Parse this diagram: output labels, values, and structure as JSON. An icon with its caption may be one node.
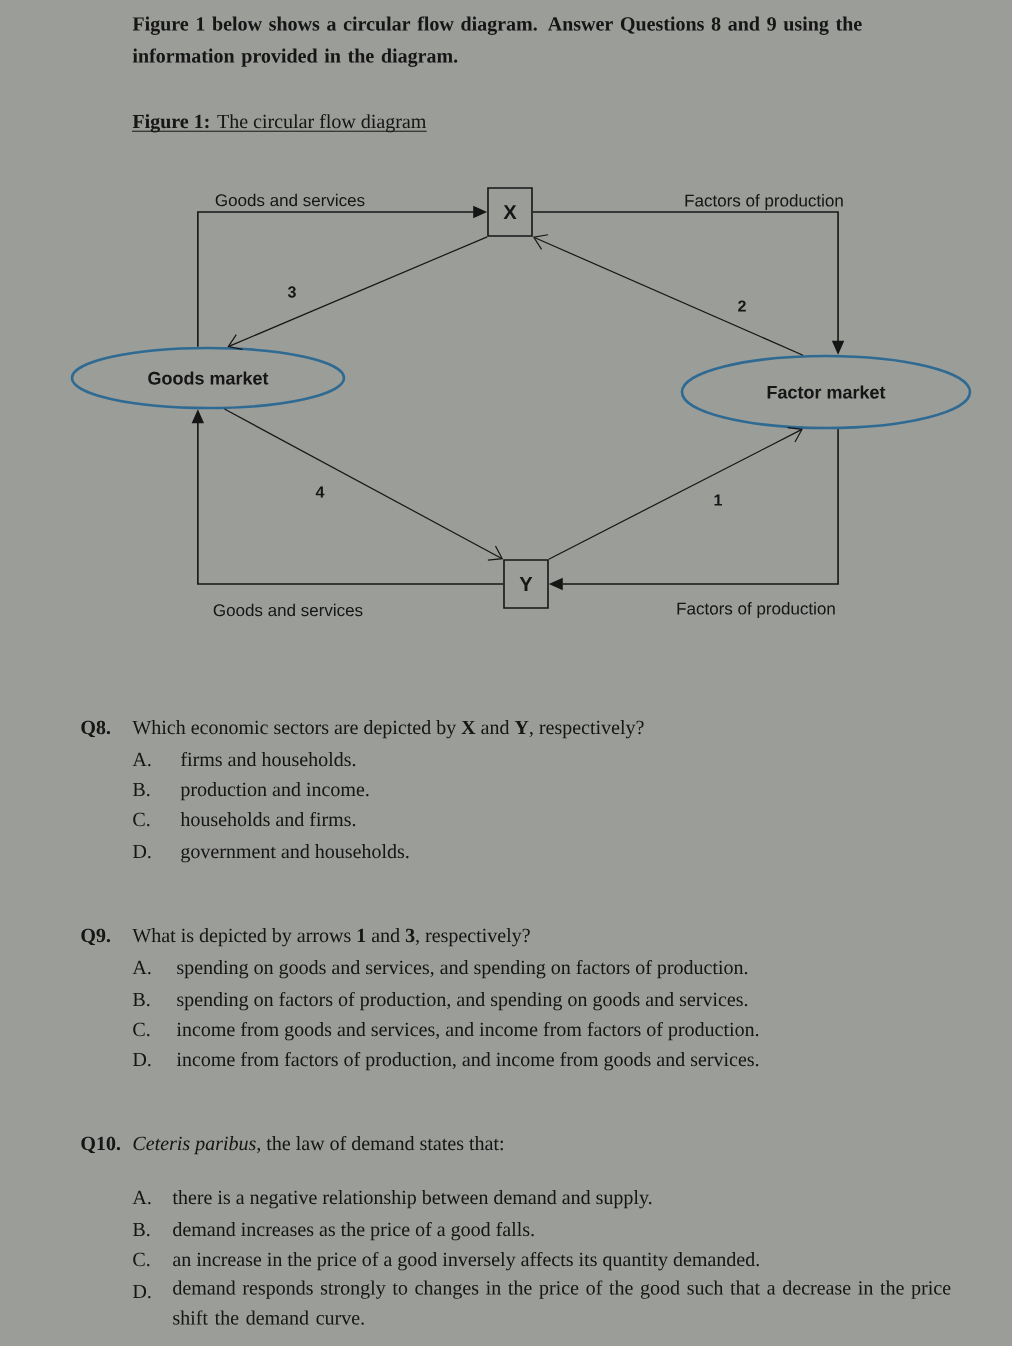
{
  "diagram": {
    "title": "**Figure 1:** The circular flow diagram",
    "nodes": [
      {
        "text": [
          "X"
        ]
      },
      {
        "text": [
          "Goods market"
        ]
      },
      {
        "text": [
          "Factor market"
        ]
      },
      {
        "text": [
          "Y"
        ]
      }
    ],
    "edges": [
      {
        "from": 1,
        "to": 0,
        "arrow": "to",
        "label": "Goods and services"
      },
      {
        "from": 0,
        "to": 2,
        "arrow": "to",
        "label": "Factors of production"
      },
      {
        "from": 2,
        "to": 0,
        "arrow": "to",
        "label": "2"
      },
      {
        "from": 0,
        "to": 1,
        "arrow": "to",
        "label": "3"
      },
      {
        "from": 1,
        "to": 3,
        "arrow": "to",
        "label": "4"
      },
      {
        "from": 3,
        "to": 2,
        "arrow": "to",
        "label": "1"
      },
      {
        "from": 2,
        "to": 3,
        "arrow": "to",
        "label": "Factors of production"
      },
      {
        "from": 3,
        "to": 1,
        "arrow": "to",
        "label": "Goods and services"
      }
    ],
    "labels": [
      "Figure 1 below shows a circular flow diagram. Answer Questions 8 and 9 using the information provided in the diagram.",
      "Q8.",
      "Which economic sectors are depicted by **X** and **Y**, respectively?",
      "A.",
      "firms and households.",
      "B.",
      "production and income.",
      "C.",
      "households and firms.",
      "D.",
      "government and households.",
      "Q9.",
      "What is depicted by arrows **1** and **3**, respectively?",
      "A.",
      "spending on goods and services, and spending on factors of production.",
      "B.",
      "spending on factors of production, and spending on goods and services.",
      "C.",
      "income from goods and services, and income from factors of production.",
      "D.",
      "income from factors of production, and income from goods and services.",
      "Q10.",
      "*Ceteris paribus*, the law of demand states that:",
      "A.",
      "there is a negative relationship between demand and supply.",
      "B.",
      "demand increases as the price of a good falls.",
      "C.",
      "an increase in the price of a good inversely affects its quantity demanded.",
      "D.",
      "demand responds strongly to changes in the price of the good such that a decrease in the price shift the demand curve."
    ]
  }
}
